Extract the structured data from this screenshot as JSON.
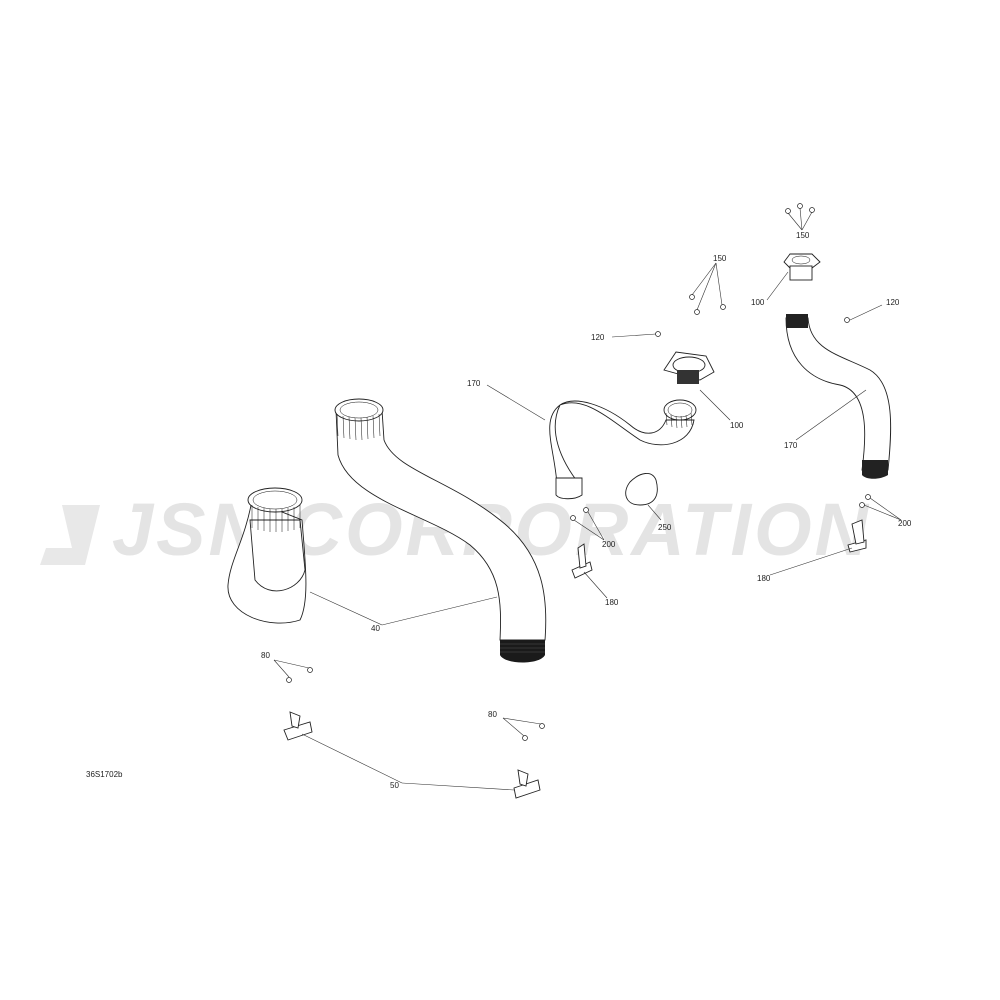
{
  "watermark": {
    "text": "JSN CORPORATION",
    "color": "#e4e4e4"
  },
  "drawing_code": "36S1702b",
  "callouts": {
    "c150_top": "150",
    "c150_mid": "150",
    "c100_top": "100",
    "c100_mid": "100",
    "c120_left": "120",
    "c120_right": "120",
    "c170_left": "170",
    "c170_right": "170",
    "c200_left": "200",
    "c200_right": "200",
    "c250": "250",
    "c180_left": "180",
    "c180_right": "180",
    "c40": "40",
    "c80_left": "80",
    "c80_right": "80",
    "c50": "50"
  }
}
